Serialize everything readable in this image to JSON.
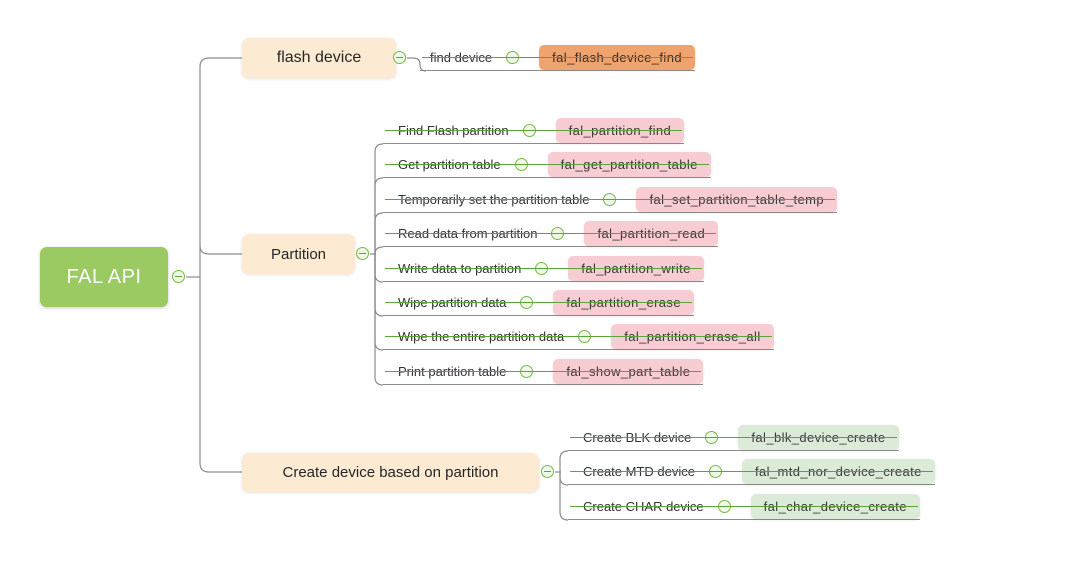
{
  "root": {
    "label": "FAL API"
  },
  "branches": [
    {
      "label": "flash device",
      "children": [
        {
          "label": "find device",
          "code": "fal_flash_device_find"
        }
      ]
    },
    {
      "label": "Partition",
      "children": [
        {
          "label": "Find Flash partition",
          "code": "fal_partition_find"
        },
        {
          "label": "Get partition table",
          "code": "fal_get_partition_table"
        },
        {
          "label": "Temporarily set the partition table",
          "code": "fal_set_partition_table_temp"
        },
        {
          "label": "Read data from partition",
          "code": "fal_partition_read"
        },
        {
          "label": "Write data to partition",
          "code": "fal_partition_write"
        },
        {
          "label": "Wipe partition data",
          "code": "fal_partition_erase"
        },
        {
          "label": "Wipe the entire partition data",
          "code": "fal_partition_erase_all"
        },
        {
          "label": "Print partition table",
          "code": "fal_show_part_table"
        }
      ]
    },
    {
      "label": "Create device based on partition",
      "children": [
        {
          "label": "Create BLK device",
          "code": "fal_blk_device_create"
        },
        {
          "label": "Create MTD device",
          "code": "fal_mtd_nor_device_create"
        },
        {
          "label": "Create CHAR device",
          "code": "fal_char_device_create"
        }
      ]
    }
  ],
  "colors": {
    "root_bg": "#9aca61",
    "root_text": "#ffffff",
    "branch_bg": "#fcead3",
    "code_orange": "#efa46f",
    "code_pink": "#f8ccd3",
    "code_green": "#dcead8",
    "line": "#8c8c8c",
    "collapse_icon_green": "#74b84c"
  },
  "icons": {
    "collapse": "minus-circle-icon"
  }
}
